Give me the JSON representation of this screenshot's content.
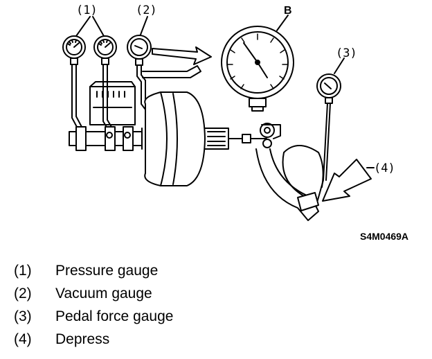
{
  "diagram": {
    "callouts": {
      "c1": "(1)",
      "c2": "(2)",
      "c3": "(3)",
      "c4": "(4)",
      "b": "B"
    },
    "figure_id": "S4M0469A"
  },
  "legend": {
    "items": [
      {
        "num": "(1)",
        "text": "Pressure gauge"
      },
      {
        "num": "(2)",
        "text": "Vacuum gauge"
      },
      {
        "num": "(3)",
        "text": "Pedal force gauge"
      },
      {
        "num": "(4)",
        "text": "Depress"
      }
    ]
  }
}
